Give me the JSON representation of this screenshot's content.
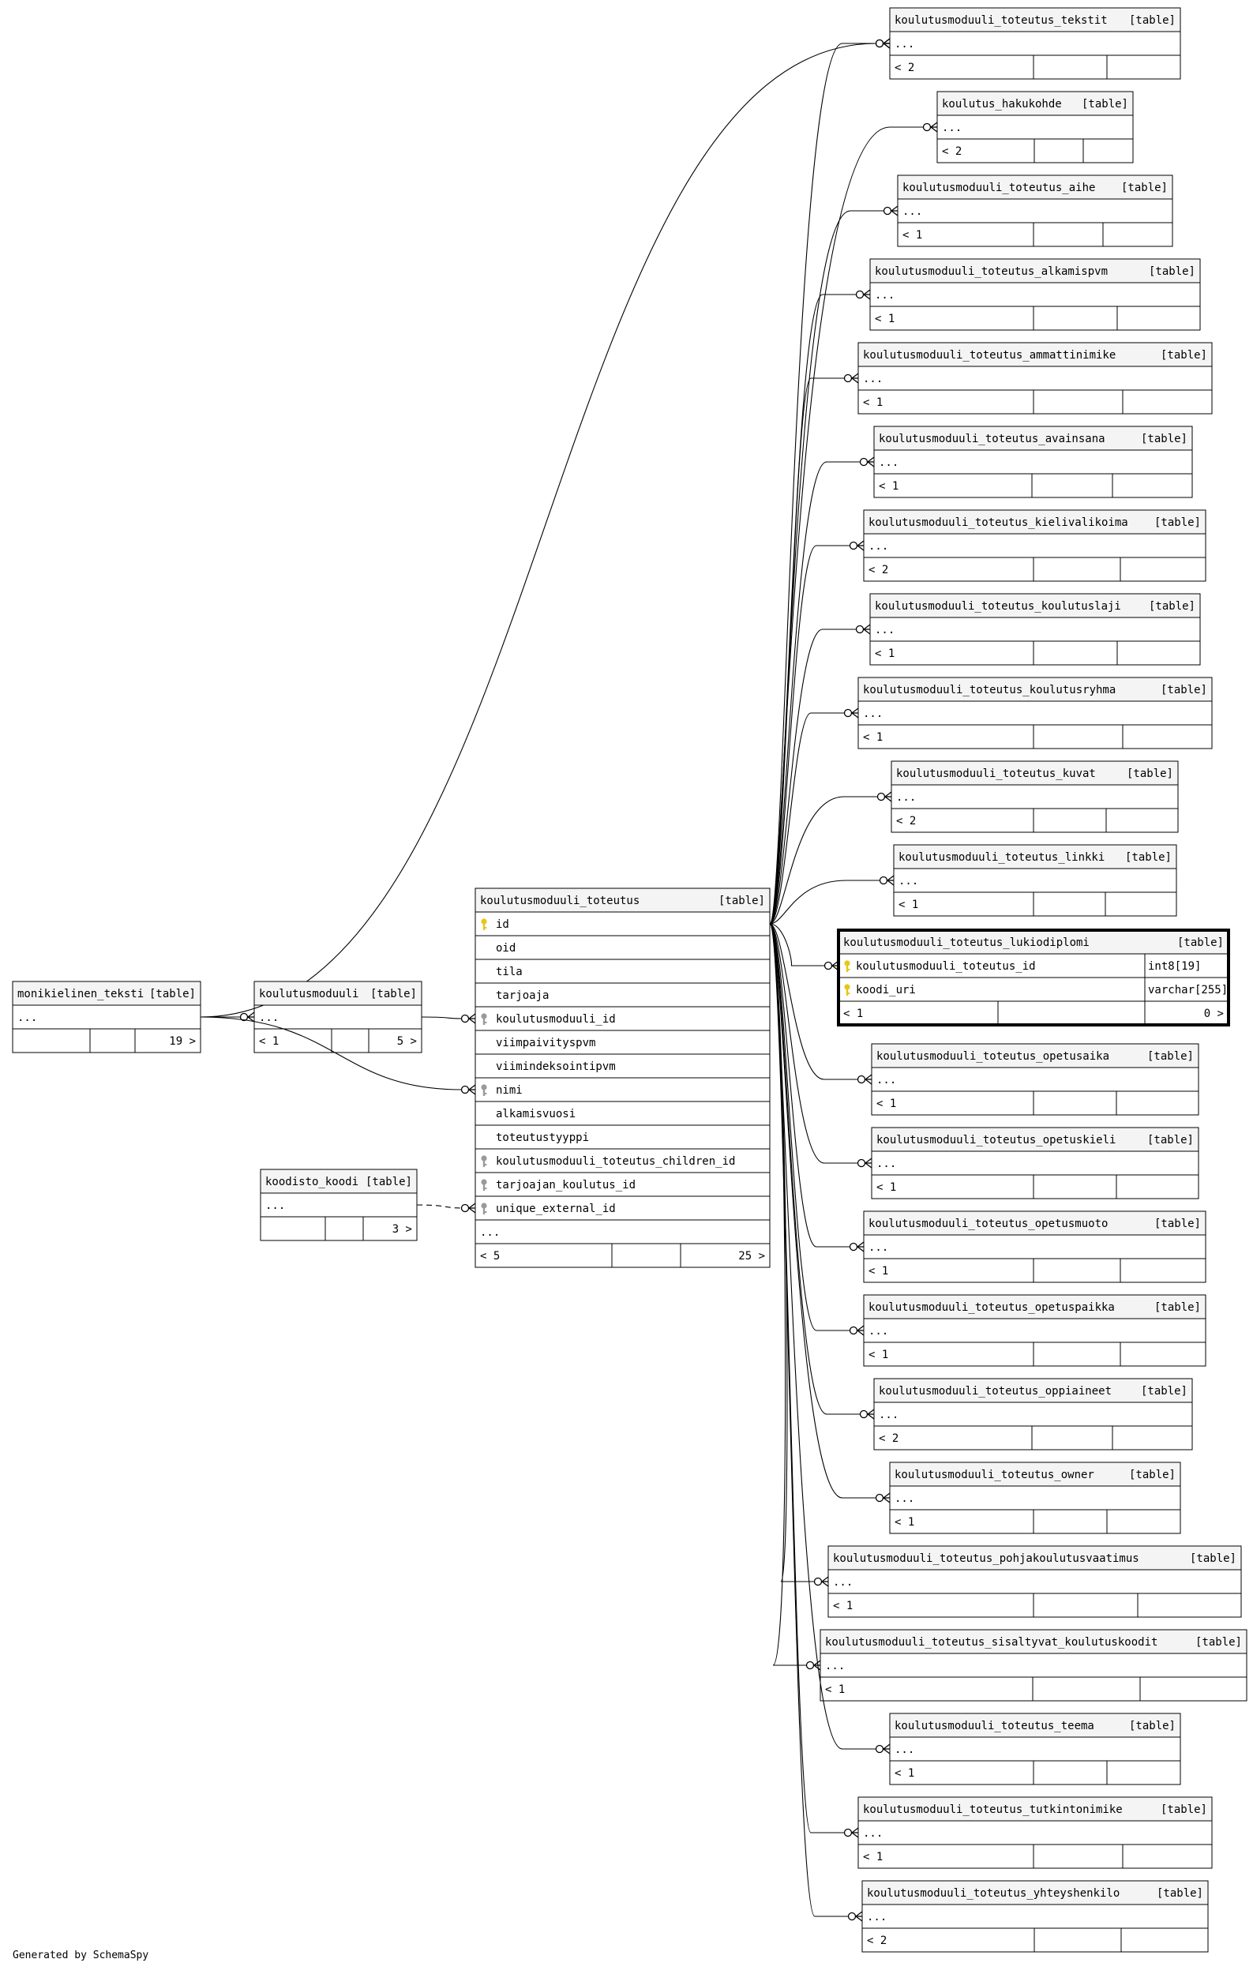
{
  "footer": "Generated by SchemaSpy",
  "tables": [
    {
      "id": "monikielinen_teksti",
      "name": "monikielinen_teksti",
      "tag": "[table]",
      "rows": [
        {
          "text": "..."
        }
      ],
      "bottom": [
        "",
        "",
        "19 >"
      ]
    },
    {
      "id": "koulutusmoduuli",
      "name": "koulutusmoduuli",
      "tag": "[table]",
      "rows": [
        {
          "text": "..."
        }
      ],
      "bottom": [
        "< 1",
        "",
        "5 >"
      ]
    },
    {
      "id": "koodisto_koodi",
      "name": "koodisto_koodi",
      "tag": "[table]",
      "rows": [
        {
          "text": "..."
        }
      ],
      "bottom": [
        "",
        "",
        "3 >"
      ]
    },
    {
      "id": "main",
      "name": "koulutusmoduuli_toteutus",
      "tag": "[table]",
      "rows": [
        {
          "text": "id",
          "icon": "pk"
        },
        {
          "text": "oid"
        },
        {
          "text": "tila"
        },
        {
          "text": "tarjoaja"
        },
        {
          "text": "koulutusmoduuli_id",
          "icon": "fk"
        },
        {
          "text": "viimpaivityspvm"
        },
        {
          "text": "viimindeksointipvm"
        },
        {
          "text": "nimi",
          "icon": "fk"
        },
        {
          "text": "alkamisvuosi"
        },
        {
          "text": "toteutustyyppi"
        },
        {
          "text": "koulutusmoduuli_toteutus_children_id",
          "icon": "fk"
        },
        {
          "text": "tarjoajan_koulutus_id",
          "icon": "fk"
        },
        {
          "text": "unique_external_id",
          "icon": "fk"
        },
        {
          "text": "..."
        }
      ],
      "bottom": [
        "< 5",
        "",
        "25 >"
      ]
    },
    {
      "id": "t01",
      "name": "koulutusmoduuli_toteutus_tekstit",
      "tag": "[table]",
      "rows": [
        {
          "text": "..."
        }
      ],
      "bottom": [
        "< 2",
        "",
        ""
      ]
    },
    {
      "id": "t02",
      "name": "koulutus_hakukohde",
      "tag": "[table]",
      "rows": [
        {
          "text": "..."
        }
      ],
      "bottom": [
        "< 2",
        "",
        ""
      ]
    },
    {
      "id": "t03",
      "name": "koulutusmoduuli_toteutus_aihe",
      "tag": "[table]",
      "rows": [
        {
          "text": "..."
        }
      ],
      "bottom": [
        "< 1",
        "",
        ""
      ]
    },
    {
      "id": "t04",
      "name": "koulutusmoduuli_toteutus_alkamispvm",
      "tag": "[table]",
      "rows": [
        {
          "text": "..."
        }
      ],
      "bottom": [
        "< 1",
        "",
        ""
      ]
    },
    {
      "id": "t05",
      "name": "koulutusmoduuli_toteutus_ammattinimike",
      "tag": "[table]",
      "rows": [
        {
          "text": "..."
        }
      ],
      "bottom": [
        "< 1",
        "",
        ""
      ]
    },
    {
      "id": "t06",
      "name": "koulutusmoduuli_toteutus_avainsana",
      "tag": "[table]",
      "rows": [
        {
          "text": "..."
        }
      ],
      "bottom": [
        "< 1",
        "",
        ""
      ]
    },
    {
      "id": "t07",
      "name": "koulutusmoduuli_toteutus_kielivalikoima",
      "tag": "[table]",
      "rows": [
        {
          "text": "..."
        }
      ],
      "bottom": [
        "< 2",
        "",
        ""
      ]
    },
    {
      "id": "t08",
      "name": "koulutusmoduuli_toteutus_koulutuslaji",
      "tag": "[table]",
      "rows": [
        {
          "text": "..."
        }
      ],
      "bottom": [
        "< 1",
        "",
        ""
      ]
    },
    {
      "id": "t09",
      "name": "koulutusmoduuli_toteutus_koulutusryhma",
      "tag": "[table]",
      "rows": [
        {
          "text": "..."
        }
      ],
      "bottom": [
        "< 1",
        "",
        ""
      ]
    },
    {
      "id": "t10",
      "name": "koulutusmoduuli_toteutus_kuvat",
      "tag": "[table]",
      "rows": [
        {
          "text": "..."
        }
      ],
      "bottom": [
        "< 2",
        "",
        ""
      ]
    },
    {
      "id": "t11",
      "name": "koulutusmoduuli_toteutus_linkki",
      "tag": "[table]",
      "rows": [
        {
          "text": "..."
        }
      ],
      "bottom": [
        "< 1",
        "",
        ""
      ]
    },
    {
      "id": "t12",
      "name": "koulutusmoduuli_toteutus_lukiodiplomi",
      "tag": "[table]",
      "focus": true,
      "rows": [
        {
          "text": "koulutusmoduuli_toteutus_id",
          "icon": "pk",
          "type": "int8[19]"
        },
        {
          "text": "koodi_uri",
          "icon": "pk",
          "type": "varchar[255]"
        }
      ],
      "bottom": [
        "< 1",
        "",
        "0 >"
      ]
    },
    {
      "id": "t13",
      "name": "koulutusmoduuli_toteutus_opetusaika",
      "tag": "[table]",
      "rows": [
        {
          "text": "..."
        }
      ],
      "bottom": [
        "< 1",
        "",
        ""
      ]
    },
    {
      "id": "t14",
      "name": "koulutusmoduuli_toteutus_opetuskieli",
      "tag": "[table]",
      "rows": [
        {
          "text": "..."
        }
      ],
      "bottom": [
        "< 1",
        "",
        ""
      ]
    },
    {
      "id": "t15",
      "name": "koulutusmoduuli_toteutus_opetusmuoto",
      "tag": "[table]",
      "rows": [
        {
          "text": "..."
        }
      ],
      "bottom": [
        "< 1",
        "",
        ""
      ]
    },
    {
      "id": "t16",
      "name": "koulutusmoduuli_toteutus_opetuspaikka",
      "tag": "[table]",
      "rows": [
        {
          "text": "..."
        }
      ],
      "bottom": [
        "< 1",
        "",
        ""
      ]
    },
    {
      "id": "t17",
      "name": "koulutusmoduuli_toteutus_oppiaineet",
      "tag": "[table]",
      "rows": [
        {
          "text": "..."
        }
      ],
      "bottom": [
        "< 2",
        "",
        ""
      ]
    },
    {
      "id": "t18",
      "name": "koulutusmoduuli_toteutus_owner",
      "tag": "[table]",
      "rows": [
        {
          "text": "..."
        }
      ],
      "bottom": [
        "< 1",
        "",
        ""
      ]
    },
    {
      "id": "t19",
      "name": "koulutusmoduuli_toteutus_pohjakoulutusvaatimus",
      "tag": "[table]",
      "rows": [
        {
          "text": "..."
        }
      ],
      "bottom": [
        "< 1",
        "",
        ""
      ]
    },
    {
      "id": "t20",
      "name": "koulutusmoduuli_toteutus_sisaltyvat_koulutuskoodit",
      "tag": "[table]",
      "rows": [
        {
          "text": "..."
        }
      ],
      "bottom": [
        "< 1",
        "",
        ""
      ]
    },
    {
      "id": "t21",
      "name": "koulutusmoduuli_toteutus_teema",
      "tag": "[table]",
      "rows": [
        {
          "text": "..."
        }
      ],
      "bottom": [
        "< 1",
        "",
        ""
      ]
    },
    {
      "id": "t22",
      "name": "koulutusmoduuli_toteutus_tutkintonimike",
      "tag": "[table]",
      "rows": [
        {
          "text": "..."
        }
      ],
      "bottom": [
        "< 1",
        "",
        ""
      ]
    },
    {
      "id": "t23",
      "name": "koulutusmoduuli_toteutus_yhteyshenkilo",
      "tag": "[table]",
      "rows": [
        {
          "text": "..."
        }
      ],
      "bottom": [
        "< 2",
        "",
        ""
      ]
    }
  ],
  "relations": [
    {
      "from": "main",
      "to": "t01"
    },
    {
      "from": "main",
      "to": "t02"
    },
    {
      "from": "main",
      "to": "t03"
    },
    {
      "from": "main",
      "to": "t04"
    },
    {
      "from": "main",
      "to": "t05"
    },
    {
      "from": "main",
      "to": "t06"
    },
    {
      "from": "main",
      "to": "t07"
    },
    {
      "from": "main",
      "to": "t08"
    },
    {
      "from": "main",
      "to": "t09"
    },
    {
      "from": "main",
      "to": "t10"
    },
    {
      "from": "main",
      "to": "t11"
    },
    {
      "from": "main",
      "to": "t12"
    },
    {
      "from": "main",
      "to": "t13"
    },
    {
      "from": "main",
      "to": "t14"
    },
    {
      "from": "main",
      "to": "t15"
    },
    {
      "from": "main",
      "to": "t16"
    },
    {
      "from": "main",
      "to": "t17"
    },
    {
      "from": "main",
      "to": "t18"
    },
    {
      "from": "main",
      "to": "t19"
    },
    {
      "from": "main",
      "to": "t20"
    },
    {
      "from": "main",
      "to": "t21"
    },
    {
      "from": "main",
      "to": "t22"
    },
    {
      "from": "main",
      "to": "t23"
    },
    {
      "from": "monikielinen_teksti",
      "to": "t01"
    },
    {
      "from": "monikielinen_teksti",
      "to": "koulutusmoduuli"
    },
    {
      "from": "monikielinen_teksti",
      "to": "main"
    },
    {
      "from": "koulutusmoduuli",
      "to": "main"
    },
    {
      "from": "koodisto_koodi",
      "to": "main",
      "dashed": true
    }
  ],
  "colors": {
    "header": "#f4f4f4",
    "border": "#000000",
    "key_icon": "#e6c619",
    "fk_icon": "#9a9a9a",
    "line": "#000000"
  }
}
